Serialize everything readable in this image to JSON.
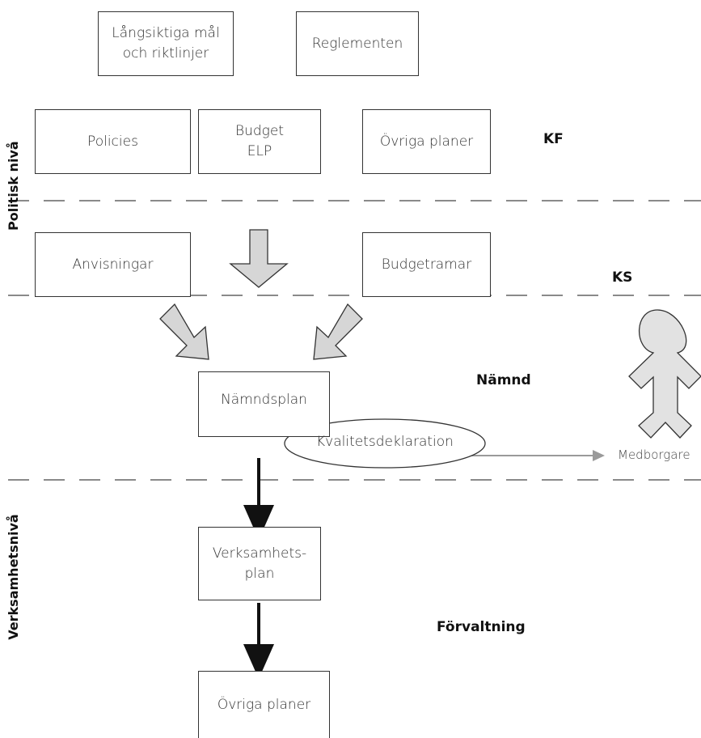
{
  "boxes": {
    "long_term_goals": [
      "Långsiktiga mål",
      "och riktlinjer"
    ],
    "regulations": "Reglementen",
    "policies": "Policies",
    "budget": [
      "Budget",
      "ELP"
    ],
    "other_plans_top": "Övriga planer",
    "instructions": "Anvisningar",
    "budget_frames": "Budgetramar",
    "committee_plan": "Nämndsplan",
    "operations_plan": [
      "Verksamhets-",
      "plan"
    ],
    "other_plans_bottom": "Övriga planer"
  },
  "quality_declaration": "Kvalitetsdeklaration",
  "citizen": "Medborgare",
  "levels": {
    "kf": "KF",
    "ks": "KS",
    "committee": "Nämnd",
    "administration": "Förvaltning"
  },
  "side_labels": {
    "political": "Politisk nivå",
    "operational": "Verksamhetsnivå"
  },
  "colors": {
    "arrow_fill": "#d6d6d6",
    "arrow_stroke": "#333333",
    "dark_arrow": "#111111",
    "citizen_fill": "#e2e2e2",
    "gray_connector": "#9a9a9a"
  }
}
